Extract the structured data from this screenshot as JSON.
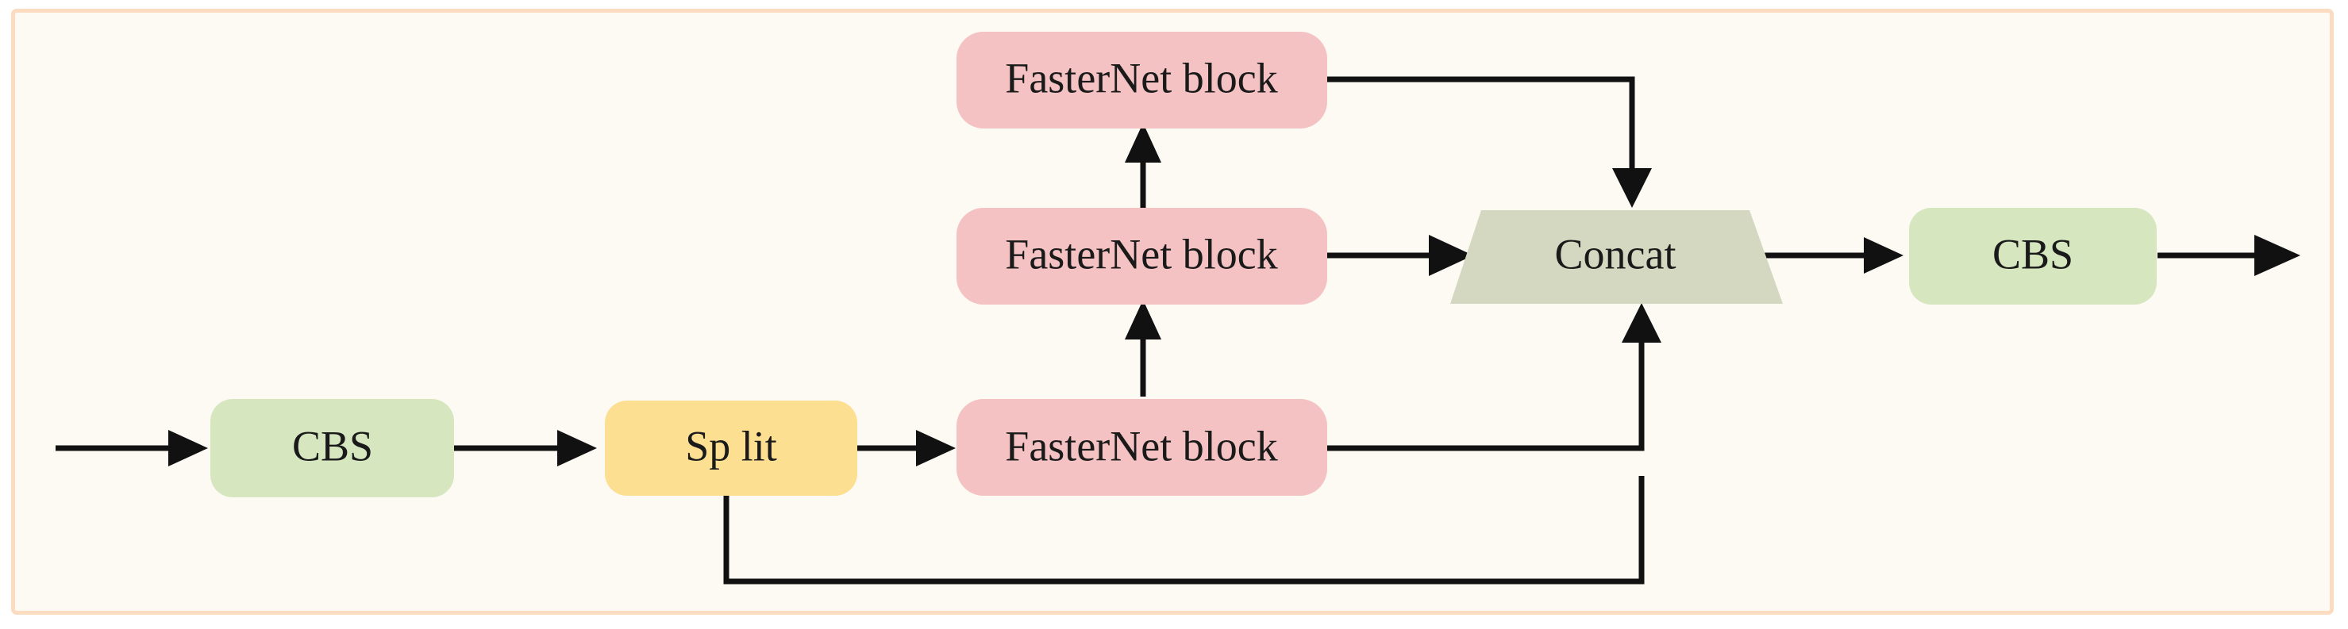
{
  "figure": {
    "kind": "network-architecture-block-diagram",
    "frame": {
      "background_color": "#fdfaf4",
      "border_color": "#fcdcc0"
    },
    "palette": {
      "cbs_fill": "#d6e7c0",
      "split_fill": "#fddf92",
      "fasternet_fill": "#f4c2c2",
      "concat_fill": "#d4d8c0",
      "edge_color": "#111111",
      "text_color": "#1a1a1a"
    }
  },
  "nodes": {
    "cbs_in": {
      "label": "CBS",
      "type": "rounded-rect",
      "color": "#d6e7c0"
    },
    "split": {
      "label": "Sp lit",
      "type": "rounded-rect",
      "color": "#fddf92"
    },
    "fasternet_bottom": {
      "label": "FasterNet block",
      "type": "rounded-rect",
      "color": "#f4c2c2"
    },
    "fasternet_middle": {
      "label": "FasterNet block",
      "type": "rounded-rect",
      "color": "#f4c2c2"
    },
    "fasternet_top": {
      "label": "FasterNet block",
      "type": "rounded-rect",
      "color": "#f4c2c2"
    },
    "concat": {
      "label": "Concat",
      "type": "trapezoid",
      "color": "#d4d8c0"
    },
    "cbs_out": {
      "label": "CBS",
      "type": "rounded-rect",
      "color": "#d6e7c0"
    }
  },
  "edges": [
    {
      "name": "input-to-cbs-in",
      "from": "input",
      "to": "cbs_in",
      "arrow": true
    },
    {
      "name": "cbs-in-to-split",
      "from": "cbs_in",
      "to": "split",
      "arrow": true
    },
    {
      "name": "split-to-fasternet-bottom",
      "from": "split",
      "to": "fasternet_bottom",
      "arrow": true
    },
    {
      "name": "fasternet-bottom-to-middle",
      "from": "fasternet_bottom",
      "to": "fasternet_middle",
      "arrow": true
    },
    {
      "name": "fasternet-middle-to-top",
      "from": "fasternet_middle",
      "to": "fasternet_top",
      "arrow": true
    },
    {
      "name": "fasternet-middle-to-concat",
      "from": "fasternet_middle",
      "to": "concat",
      "arrow": true
    },
    {
      "name": "fasternet-top-to-concat",
      "from": "fasternet_top",
      "to": "concat",
      "arrow": true
    },
    {
      "name": "fasternet-bottom-to-concat",
      "from": "fasternet_bottom",
      "to": "concat",
      "arrow": true
    },
    {
      "name": "split-bypass-to-concat",
      "from": "split",
      "to": "concat",
      "arrow": true
    },
    {
      "name": "concat-to-cbs-out",
      "from": "concat",
      "to": "cbs_out",
      "arrow": true
    },
    {
      "name": "cbs-out-to-output",
      "from": "cbs_out",
      "to": "output",
      "arrow": true
    }
  ]
}
